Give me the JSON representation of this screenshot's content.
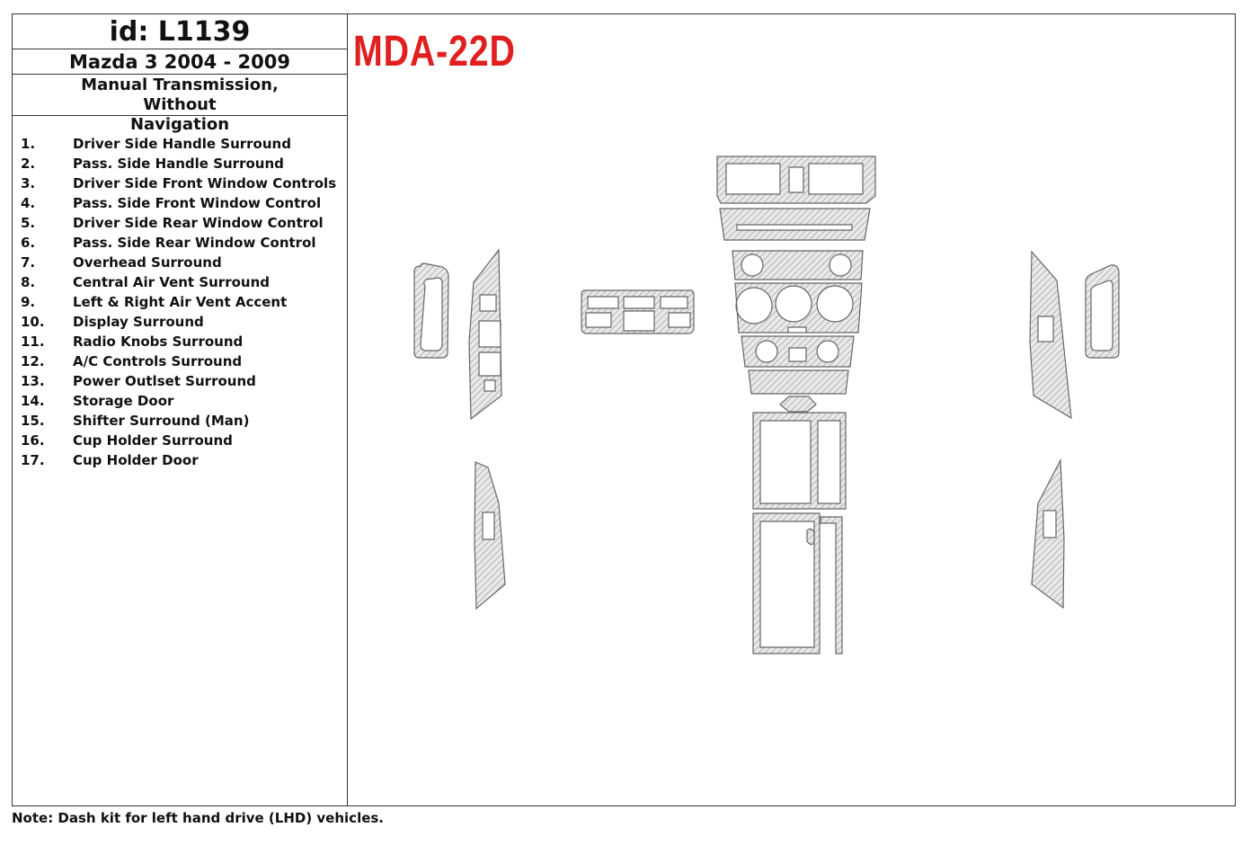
{
  "header": {
    "id_label": "id: L1139",
    "model": "Mazda 3 2004 - 2009",
    "transmission_line1": "Manual Transmission, Without",
    "transmission_line2": "Navigation"
  },
  "kit_code": "MDA-22D",
  "kit_code_color": "#e02020",
  "parts": [
    {
      "num": "1.",
      "name": "Driver Side Handle Surround"
    },
    {
      "num": "2.",
      "name": "Pass. Side Handle Surround"
    },
    {
      "num": "3.",
      "name": "Driver Side Front Window Controls"
    },
    {
      "num": "4.",
      "name": "Pass. Side Front Window Control"
    },
    {
      "num": "5.",
      "name": "Driver Side Rear Window Control"
    },
    {
      "num": "6.",
      "name": "Pass. Side Rear Window Control"
    },
    {
      "num": "7.",
      "name": "Overhead Surround"
    },
    {
      "num": "8.",
      "name": "Central Air Vent Surround"
    },
    {
      "num": "9.",
      "name": "Left & Right Air Vent Accent"
    },
    {
      "num": "10.",
      "name": "Display Surround"
    },
    {
      "num": "11.",
      "name": "Radio Knobs Surround"
    },
    {
      "num": "12.",
      "name": "A/C Controls Surround"
    },
    {
      "num": "13.",
      "name": "Power Outlset Surround"
    },
    {
      "num": "14.",
      "name": "Storage Door"
    },
    {
      "num": "15.",
      "name": "Shifter Surround (Man)"
    },
    {
      "num": "16.",
      "name": "Cup Holder Surround"
    },
    {
      "num": "17.",
      "name": "Cup Holder Door"
    }
  ],
  "footer_note": "Note: Dash kit for left hand drive (LHD)  vehicles."
}
